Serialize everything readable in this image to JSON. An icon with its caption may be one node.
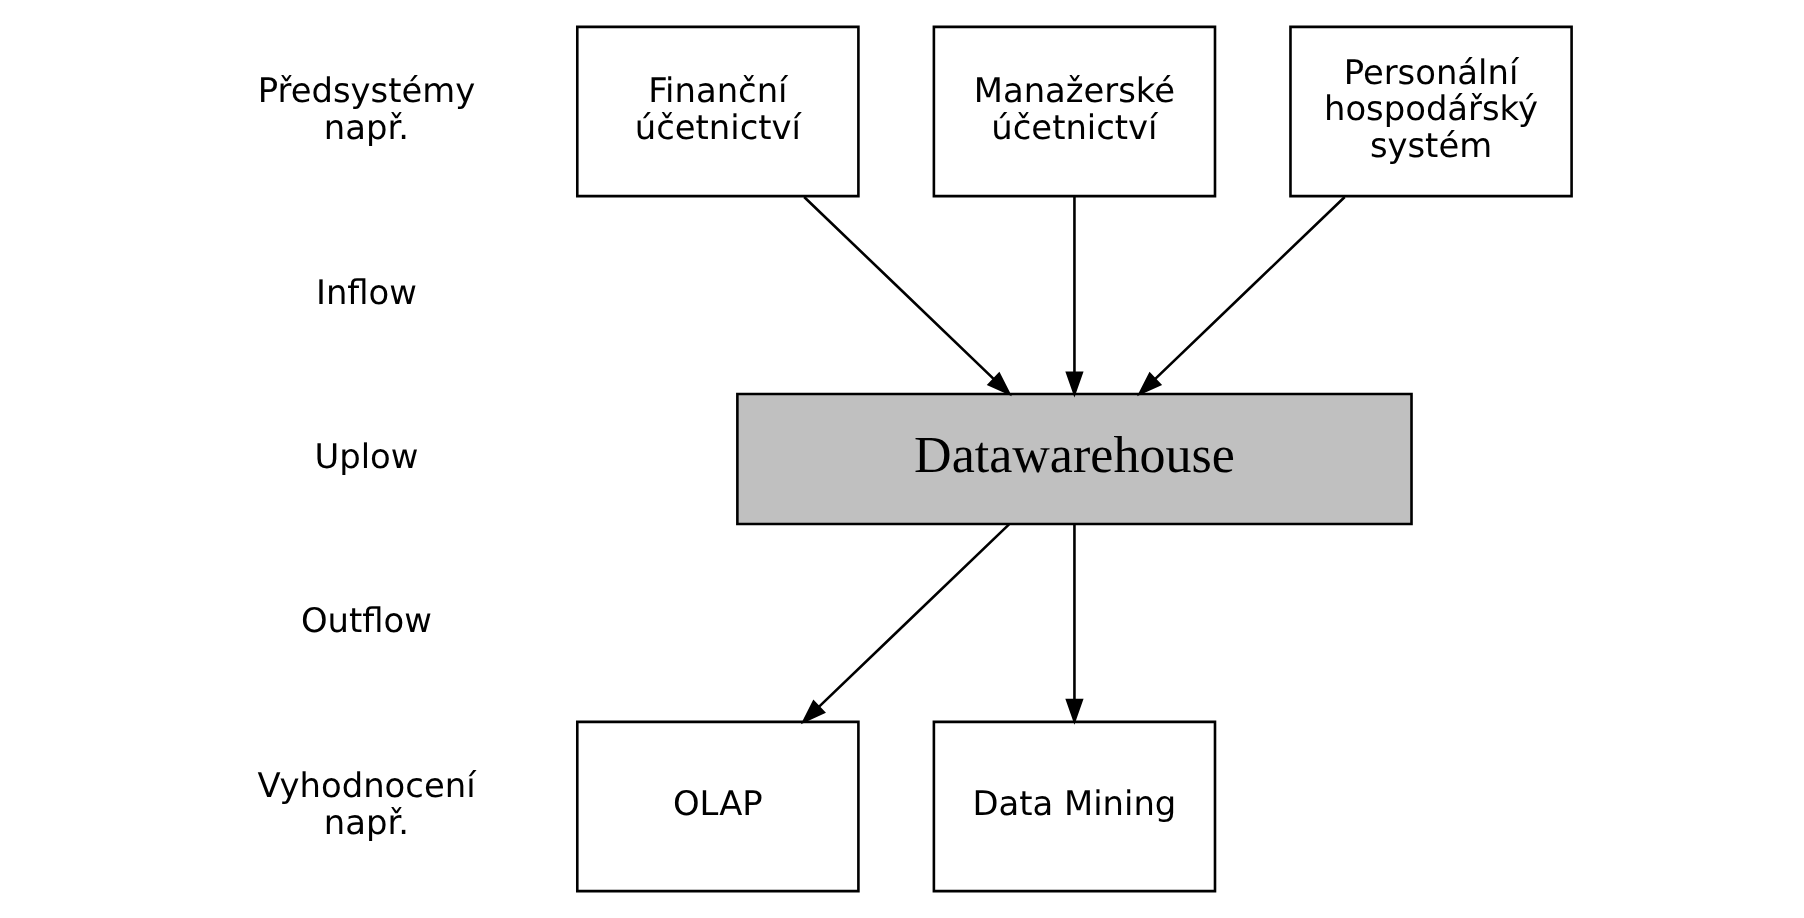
{
  "diagram": {
    "nodes": [
      {
        "text": [
          "Finanční účetnictví"
        ]
      },
      {
        "text": [
          "Manažerské účetnictví"
        ]
      },
      {
        "text": [
          "Personální hospodářský systém"
        ]
      },
      {
        "text": [
          "Datawarehouse"
        ]
      },
      {
        "text": [
          "OLAP"
        ]
      },
      {
        "text": [
          "Data Mining"
        ]
      }
    ],
    "edges": [
      {
        "from": 0,
        "to": 3,
        "arrow": "to"
      },
      {
        "from": 1,
        "to": 3,
        "arrow": "to"
      },
      {
        "from": 2,
        "to": 3,
        "arrow": "to"
      },
      {
        "from": 3,
        "to": 4,
        "arrow": "to"
      },
      {
        "from": 3,
        "to": 5,
        "arrow": "to"
      }
    ],
    "labels": [
      "Předsystémy např.",
      "Inflow",
      "Uplow",
      "Outflow",
      "Vyhodnocení např."
    ]
  }
}
